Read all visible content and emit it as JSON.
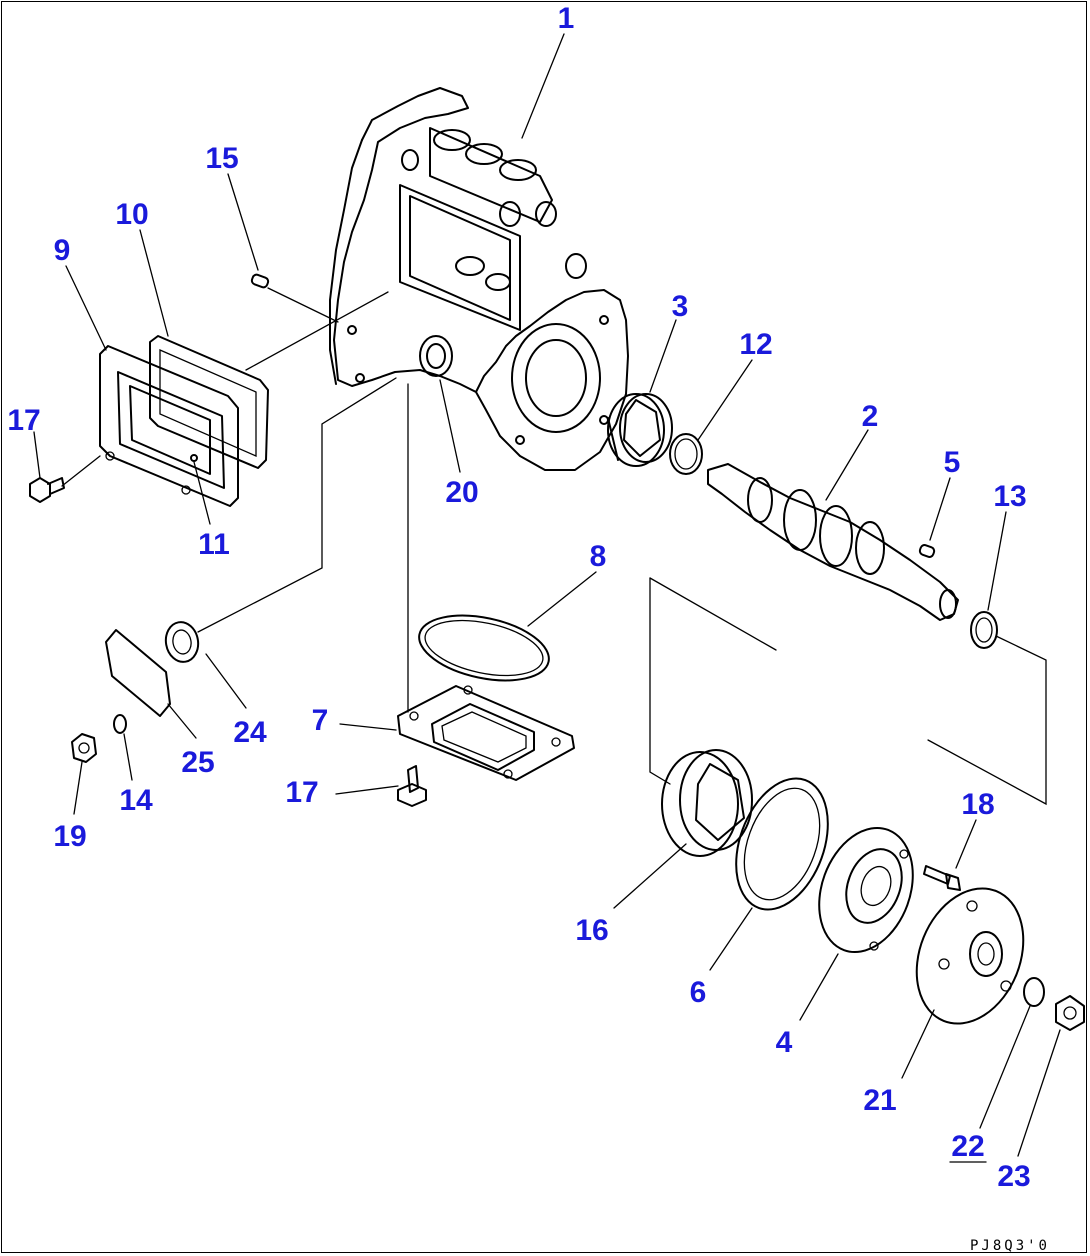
{
  "callouts": [
    {
      "id": "c1",
      "text": "1"
    },
    {
      "id": "c2",
      "text": "2"
    },
    {
      "id": "c3",
      "text": "3"
    },
    {
      "id": "c4",
      "text": "4"
    },
    {
      "id": "c5",
      "text": "5"
    },
    {
      "id": "c6",
      "text": "6"
    },
    {
      "id": "c7",
      "text": "7"
    },
    {
      "id": "c8",
      "text": "8"
    },
    {
      "id": "c9",
      "text": "9"
    },
    {
      "id": "c10",
      "text": "10"
    },
    {
      "id": "c11",
      "text": "11"
    },
    {
      "id": "c12",
      "text": "12"
    },
    {
      "id": "c13",
      "text": "13"
    },
    {
      "id": "c14",
      "text": "14"
    },
    {
      "id": "c15",
      "text": "15"
    },
    {
      "id": "c16",
      "text": "16"
    },
    {
      "id": "c17a",
      "text": "17"
    },
    {
      "id": "c17b",
      "text": "17"
    },
    {
      "id": "c18",
      "text": "18"
    },
    {
      "id": "c19",
      "text": "19"
    },
    {
      "id": "c20",
      "text": "20"
    },
    {
      "id": "c21",
      "text": "21"
    },
    {
      "id": "c22",
      "text": "22"
    },
    {
      "id": "c23",
      "text": "23"
    },
    {
      "id": "c24",
      "text": "24"
    },
    {
      "id": "c25",
      "text": "25"
    }
  ],
  "drawing_code": "PJ8Q3'0",
  "colors": {
    "callout": "#1a1adb",
    "line": "#000000",
    "background": "#ffffff"
  }
}
